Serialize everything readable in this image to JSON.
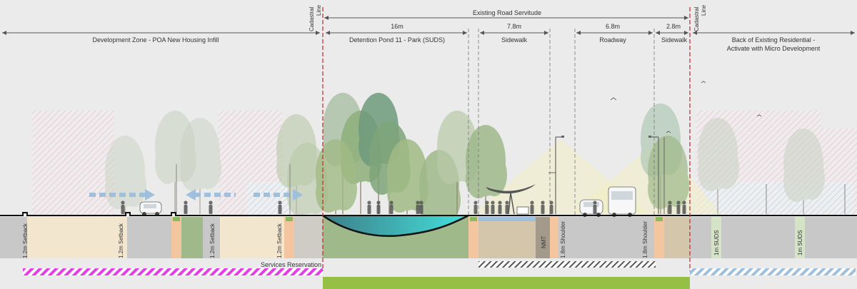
{
  "colors": {
    "background": "#ebebeb",
    "cadastral_line": "#c0272d",
    "dimension_line": "#555555",
    "ground_setback": "#f2e6cf",
    "ground_grey": "#c8c8c8",
    "ground_green": "#9fb98a",
    "ground_orange": "#f3c6a0",
    "ground_sidewalk": "#d4c6aa",
    "ground_nmt": "#a39a8b",
    "pond_water": "#3fd1d1",
    "services_hatch": "#e63ee6",
    "park_bar": "#95c045",
    "sidewalk_hatch": "#555555",
    "residential_hatch": "#9ec0dc",
    "tree_green": "#8fb07a",
    "tree_dark": "#6e9a7c",
    "building_hatch": "#e3c9d2"
  },
  "labels": {
    "existing_road_servitude": "Existing Road Servitude",
    "cadastral_left": [
      "Cadastral",
      "Line"
    ],
    "cadastral_right": [
      "Cadastral",
      "Line"
    ],
    "development_zone": "Development Zone - POA New Housing Infill",
    "detention_pond": "Detention Pond 11 - Park (SUDS)",
    "sidewalk_1": "Sidewalk",
    "roadway": "Roadway",
    "sidewalk_2": "Sidewalk",
    "back_residential_1": "Back of Existing Residential -",
    "back_residential_2": "Activate with Micro Development",
    "services_reservation": "Services Reservation"
  },
  "dimensions": {
    "pond_width": "16m",
    "sidewalk_1_width": "7.8m",
    "roadway_width": "6.8m",
    "sidewalk_2_width": "2.8m"
  },
  "vertical_labels": {
    "setback_1": "1.2m Setback",
    "setback_2": "1.2m Setback",
    "setback_3": "1.2m Setback",
    "setback_4": "1.2m Setback",
    "nmt": "NMT",
    "shoulder_1": "1.8m Shoulder",
    "shoulder_2": "1.8m Shoulder",
    "suds_1": "1m SUDS",
    "suds_2": "1m SUDS"
  }
}
